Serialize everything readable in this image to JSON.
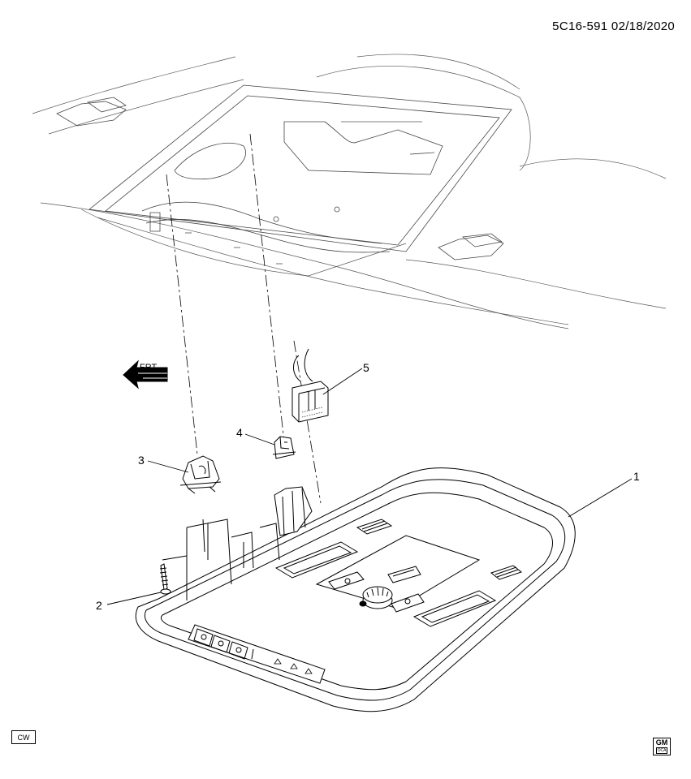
{
  "header": {
    "diagram_code": "5C16-591  02/18/2020"
  },
  "direction_arrow": {
    "label": "FRT"
  },
  "callouts": [
    {
      "id": "1",
      "label": "1"
    },
    {
      "id": "2",
      "label": "2"
    },
    {
      "id": "3",
      "label": "3"
    },
    {
      "id": "4",
      "label": "4"
    },
    {
      "id": "5",
      "label": "5"
    }
  ],
  "footer": {
    "left_badge": "CW",
    "brand_logo_text": "GM",
    "brand_logo_sub": "OCA"
  }
}
